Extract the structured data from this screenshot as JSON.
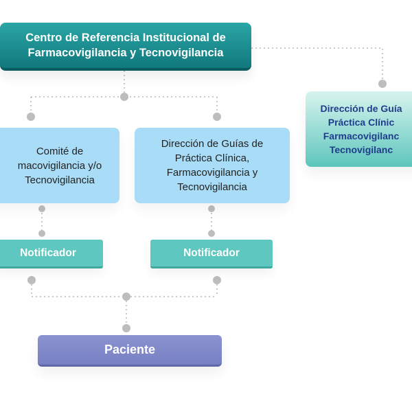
{
  "nodes": {
    "centro": {
      "line1": "Centro de Referencia Institucional de",
      "line2": "Farmacovigilancia y Tecnovigilancia"
    },
    "direccion_right": {
      "line1": "Dirección de Guía",
      "line2": "Práctica Clínic",
      "line3": "Farmacovigilanc",
      "line4": "Tecnovigilanc"
    },
    "comite": {
      "line1": "Comité de",
      "line2": "macovigilancia y/o",
      "line3": "Tecnovigilancia"
    },
    "direccion_mid": {
      "line1": "Dirección de Guías de",
      "line2": "Práctica Clínica,",
      "line3": "Farmacovigilancia y",
      "line4": "Tecnovigilancia"
    },
    "notificador_left": "Notificador",
    "notificador_right": "Notificador",
    "paciente": "Paciente"
  },
  "colors": {
    "connector": "#c9c9c9",
    "connector_dot": "#bdbdbd",
    "centro": "#17868a",
    "direccion_right_text": "#1f3d8a",
    "secondary_box": "#a9dcf6",
    "notificador": "#5ec7bf",
    "paciente": "#7f88c8"
  }
}
